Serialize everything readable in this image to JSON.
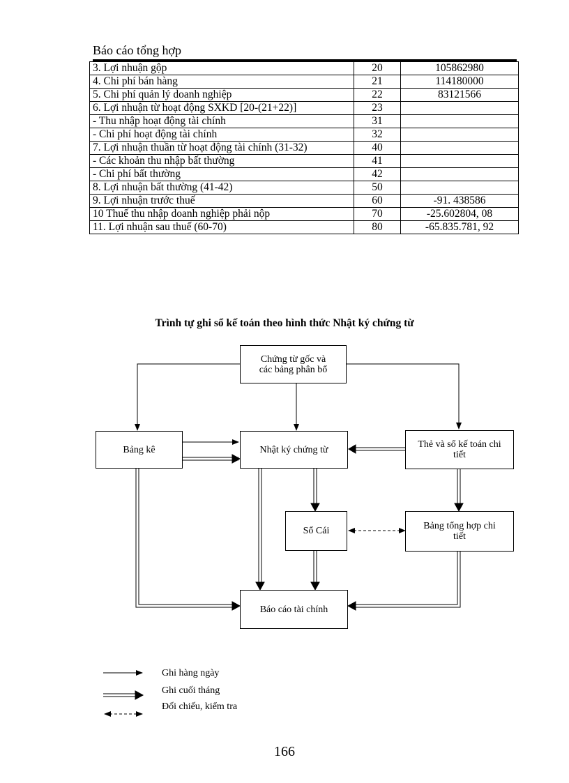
{
  "header": {
    "title": "Báo cáo tổng hợp"
  },
  "table": {
    "rows": [
      {
        "label": "3. Lợi nhuận gộp",
        "code": "20",
        "value": "105862980"
      },
      {
        "label": "4. Chi phí bán hàng",
        "code": "21",
        "value": "114180000"
      },
      {
        "label": "5. Chi phí quản lý doanh nghiệp",
        "code": "22",
        "value": "83121566"
      },
      {
        "label": "6. Lợi nhuận từ hoạt động SXKD [20-(21+22)]",
        "code": "23",
        "value": ""
      },
      {
        "label": "- Thu nhập hoạt động tài chính",
        "code": "31",
        "value": ""
      },
      {
        "label": "- Chi phí hoạt động tài chính",
        "code": "32",
        "value": ""
      },
      {
        "label": "7. Lợi nhuận thuần từ hoạt động tài chính (31-32)",
        "code": "40",
        "value": ""
      },
      {
        "label": "- Các khoản thu nhập bất thường",
        "code": "41",
        "value": ""
      },
      {
        "label": "- Chi phí bất thường",
        "code": "42",
        "value": ""
      },
      {
        "label": "8. Lợi nhuận bất thường (41-42)",
        "code": "50",
        "value": ""
      },
      {
        "label": "9. Lợi nhuận trước thuế",
        "code": "60",
        "value": "-91. 438586"
      },
      {
        "label": "10 Thuế thu nhập doanh nghiệp phải nộp",
        "code": "70",
        "value": "-25.602804, 08"
      },
      {
        "label": "11. Lợi nhuận sau thuế (60-70)",
        "code": "80",
        "value": "-65.835.781, 92"
      }
    ]
  },
  "diagram": {
    "title": "Trình tự ghi sổ kế toán theo hình thức Nhật ký chứng từ",
    "nodes": {
      "source_docs": "Chứng từ gốc và các bảng phân bổ",
      "bang_ke": "Bảng kê",
      "nhat_ky": "Nhật ký chứng từ",
      "the_so": "Thẻ và sổ kế toán chi tiết",
      "so_cai": "Sổ Cái",
      "bang_tong_hop": "Bảng tổng hợp chi tiết",
      "bao_cao": "Báo cáo tài chính"
    }
  },
  "legend": {
    "daily": "Ghi hàng ngày",
    "month_end": "Ghi cuối tháng",
    "reconcile": "Đối chiếu, kiểm tra"
  },
  "page_number": "166"
}
